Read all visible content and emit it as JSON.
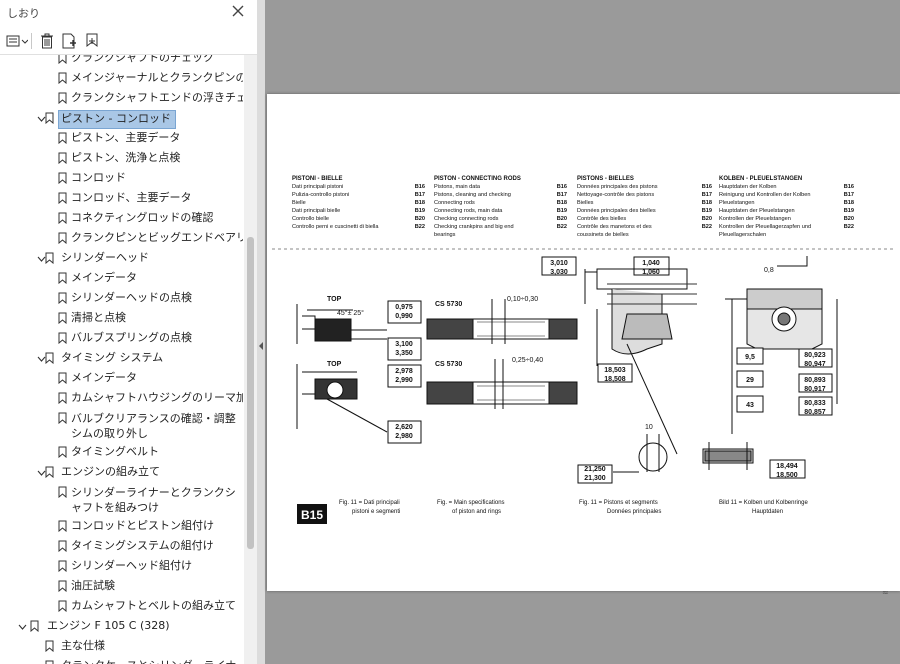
{
  "sidebar": {
    "title": "しおり",
    "close_icon": "close-icon",
    "toolbar": {
      "options_icon": "list-options-icon",
      "delete_icon": "trash-icon",
      "add_icon": "add-bookmark-icon",
      "properties_icon": "bookmark-properties-icon"
    },
    "items": [
      {
        "label": "クランクシャフトのチェック",
        "level": 2,
        "expander": false
      },
      {
        "label": "メインジャーナルとクランクピンのチェック",
        "level": 2,
        "expander": false
      },
      {
        "label": "クランクシャフトエンドの浮きチェック",
        "level": 2,
        "expander": false
      },
      {
        "label": "ピストン - コンロッド",
        "level": 1,
        "expander": true,
        "selected": true
      },
      {
        "label": "ピストン、主要データ",
        "level": 2,
        "expander": false
      },
      {
        "label": "ピストン、洗浄と点検",
        "level": 2,
        "expander": false
      },
      {
        "label": "コンロッド",
        "level": 2,
        "expander": false
      },
      {
        "label": "コンロッド、主要データ",
        "level": 2,
        "expander": false
      },
      {
        "label": "コネクティングロッドの確認",
        "level": 2,
        "expander": false
      },
      {
        "label": "クランクピンとビッグエンドベアリングの点検",
        "level": 2,
        "expander": false
      },
      {
        "label": "シリンダーヘッド",
        "level": 1,
        "expander": true
      },
      {
        "label": "メインデータ",
        "level": 2,
        "expander": false
      },
      {
        "label": "シリンダーヘッドの点検",
        "level": 2,
        "expander": false
      },
      {
        "label": "清掃と点検",
        "level": 2,
        "expander": false
      },
      {
        "label": "バルブスプリングの点検",
        "level": 2,
        "expander": false
      },
      {
        "label": "タイミング システム",
        "level": 1,
        "expander": true
      },
      {
        "label": "メインデータ",
        "level": 2,
        "expander": false
      },
      {
        "label": "カムシャフトハウジングのリーマ加工",
        "level": 2,
        "expander": false
      },
      {
        "label": "バルブクリアランスの確認・調整 シムの取り外し",
        "level": 2,
        "expander": false,
        "two_line": true
      },
      {
        "label": "タイミングベルト",
        "level": 2,
        "expander": false
      },
      {
        "label": "エンジンの組み立て",
        "level": 1,
        "expander": true
      },
      {
        "label": "シリンダーライナーとクランクシャフトを組みつけ",
        "level": 2,
        "expander": false,
        "two_line": true
      },
      {
        "label": "コンロッドとピストン組付け",
        "level": 2,
        "expander": false
      },
      {
        "label": "タイミングシステムの組付け",
        "level": 2,
        "expander": false
      },
      {
        "label": "シリンダーヘッド組付け",
        "level": 2,
        "expander": false
      },
      {
        "label": "油圧試験",
        "level": 2,
        "expander": false
      },
      {
        "label": "カムシャフトとベルトの組み立て",
        "level": 2,
        "expander": false
      },
      {
        "label": "エンジン F 105 C (328)",
        "level": 0,
        "expander": true
      },
      {
        "label": "主な仕様",
        "level": 1,
        "expander": false
      },
      {
        "label": "クランクケースとシリンダーライナー",
        "level": 1,
        "expander": true
      }
    ]
  },
  "page": {
    "toc": [
      {
        "heading": "PISTONI - BIELLE",
        "lines": [
          [
            "Dati principali  pistoni",
            "B16"
          ],
          [
            "Pulizia-controllo pistoni",
            "B17"
          ],
          [
            "Bielle",
            "B18"
          ],
          [
            "Dati principali bielle",
            "B19"
          ],
          [
            "Controllo bielle",
            "B20"
          ],
          [
            "Controllo perni e cuscinetti di biella",
            "B22"
          ]
        ]
      },
      {
        "heading": "PISTON - CONNECTING RODS",
        "lines": [
          [
            "Pistons, main data",
            "B16"
          ],
          [
            "Pistons, cleaning and checking",
            "B17"
          ],
          [
            "Connecting rods",
            "B18"
          ],
          [
            "Connecting rods, main data",
            "B19"
          ],
          [
            "Checking connecting rods",
            "B20"
          ],
          [
            "Checking crankpins and big end",
            "B22"
          ],
          [
            "bearings",
            ""
          ]
        ]
      },
      {
        "heading": "PISTONS - BIELLES",
        "lines": [
          [
            "Données principales des pistons",
            "B16"
          ],
          [
            "Nettoyage-contrôle des pistons",
            "B17"
          ],
          [
            "Bielles",
            "B18"
          ],
          [
            "Données principales des bielles",
            "B19"
          ],
          [
            "Contrôle des bielles",
            "B20"
          ],
          [
            "Contrôle des manetons et des",
            "B22"
          ],
          [
            "coussinets de bielles",
            ""
          ]
        ]
      },
      {
        "heading": "KOLBEN - PLEUELSTANGEN",
        "lines": [
          [
            "Hauptdaten der Kolben",
            "B16"
          ],
          [
            "Reinigung und Kontrollen der Kolben",
            "B17"
          ],
          [
            "Pleuelstangen",
            "B18"
          ],
          [
            "Hauptdaten der Pleuelstangen",
            "B19"
          ],
          [
            "Kontrollen der Pleuelstangen",
            "B20"
          ],
          [
            "Kontrollen der Pleuellagerzapfen und",
            "B22"
          ],
          [
            "Pleuellagerschalen",
            ""
          ]
        ]
      }
    ],
    "dims": {
      "top1": "TOP",
      "top2": "TOP",
      "angle": "45°± 25°",
      "ring1": "0,975\n0,990",
      "ring2": "2,978\n2,990",
      "gap1": "3,100\n3,350",
      "gap2": "2,620\n2,980",
      "cs1": "CS 5730",
      "cs2": "CS 5730",
      "clr1": "0,10÷0,30",
      "clr2": "0,25÷0,40",
      "p1": "3,010\n3,030",
      "p2": "1,040\n1,060",
      "p3": "18,503\n18,508",
      "p4": "21,250\n21,300",
      "pin10": "10",
      "pin2": "18,494\n18,500",
      "k08": "0,8",
      "k95": "9,5",
      "k29": "29",
      "k43": "43",
      "k1": "80,923\n80,947",
      "k2": "80,893\n80,917",
      "k3": "80,833\n80,857"
    },
    "badge": "B15",
    "captions": [
      "Fig. 11 = Dati principali\npistoni e segmenti",
      "Fig. = Main specifications\nof piston and rings",
      "Fig. 11 = Pistons  et segments\nDonnées principales",
      "Bild 11 = Kolben und Kolbenringe\nHauptdaten"
    ]
  },
  "colors": {
    "selection": "#a9c7e6",
    "panel_bg": "#ffffff",
    "doc_bg": "#9a9a9a"
  }
}
